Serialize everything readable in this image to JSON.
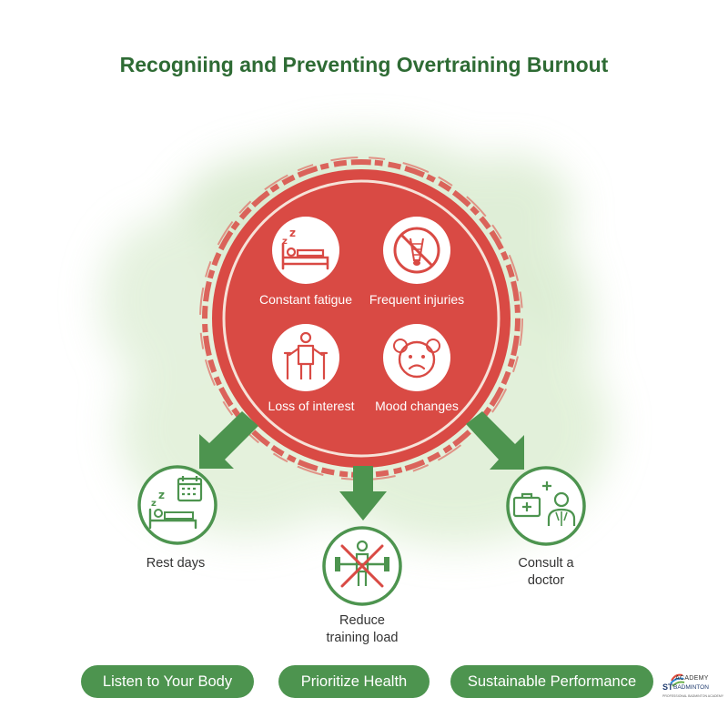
{
  "title": "Recogniing and Preventing Overtraining Burnout",
  "symptoms": [
    {
      "label": "Constant fatigue",
      "icon": "sleeping-bed-icon"
    },
    {
      "label": "Frequent injuries",
      "icon": "no-shuttlecock-icon"
    },
    {
      "label": "Loss of interest",
      "icon": "person-with-crutches-icon"
    },
    {
      "label": "Mood changes",
      "icon": "sad-face-icon"
    }
  ],
  "actions": [
    {
      "line1": "Rest days",
      "line2": "",
      "icon": "rest-calendar-icon"
    },
    {
      "line1": "Reduce",
      "line2": "training load",
      "icon": "no-weightlifting-icon"
    },
    {
      "line1": "Consult a",
      "line2": "doctor",
      "icon": "doctor-medkit-icon"
    }
  ],
  "pills": [
    "Listen to Your Body",
    "Prioritize Health",
    "Sustainable Performance"
  ],
  "logo": {
    "top": "ACADEMY",
    "st": "ST",
    "name": "BADMINTON",
    "tagline": "PROFESSIONAL BADMINTON ACADEMY"
  },
  "colors": {
    "title": "#2e6b34",
    "circle": "#d94a44",
    "green": "#4d944f",
    "wash": "#cfe5c4"
  }
}
